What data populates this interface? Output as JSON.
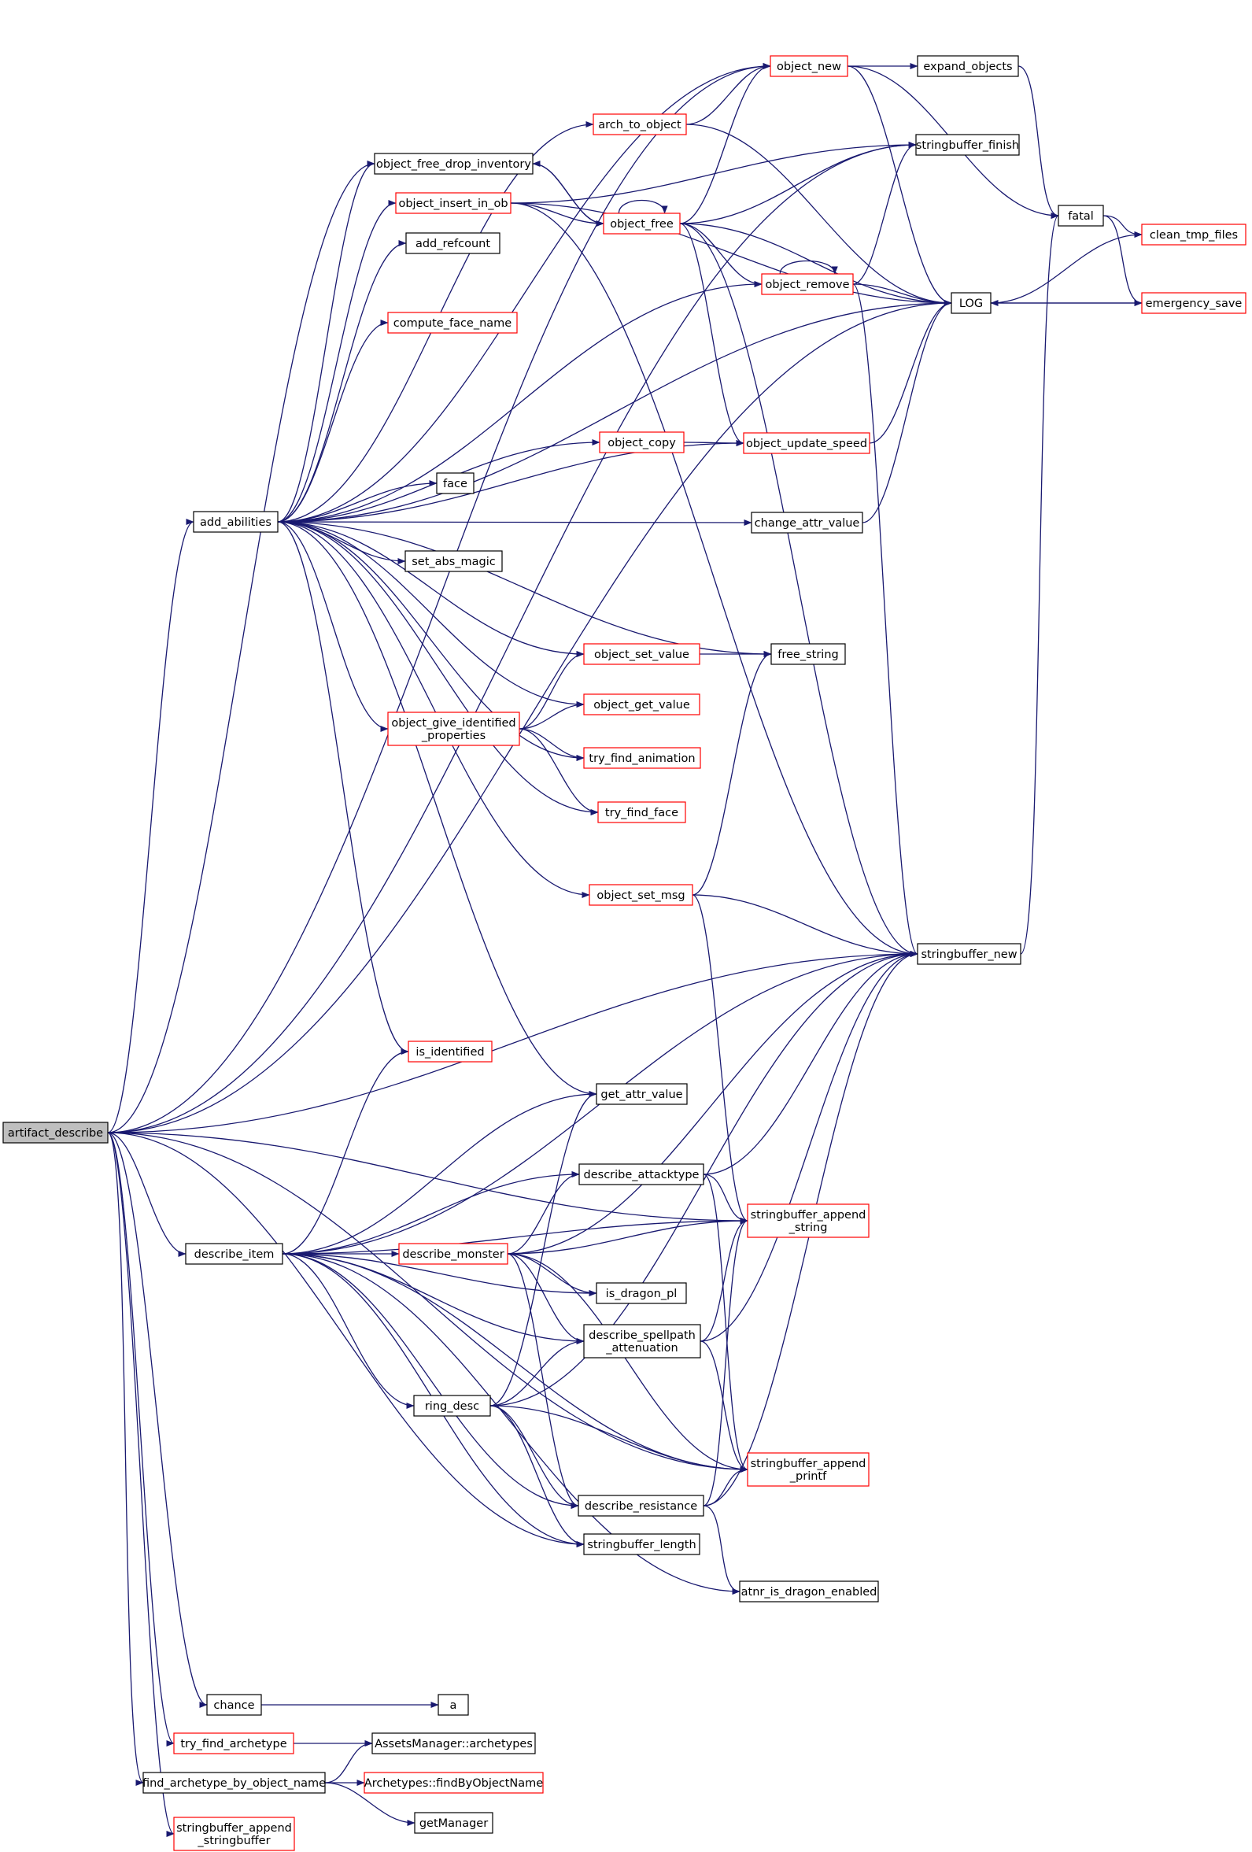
{
  "graph_title": "",
  "colors": {
    "edge": "#191970",
    "node_border_default": "#000000",
    "node_border_undocumented": "#ff0000",
    "root_fill": "#bfbfbf",
    "node_fill": "#ffffff"
  },
  "nodes": [
    {
      "id": "artifact_describe",
      "label": "artifact_describe",
      "style": "root"
    },
    {
      "id": "add_abilities",
      "label": "add_abilities",
      "style": "black"
    },
    {
      "id": "object_new",
      "label": "object_new",
      "style": "red"
    },
    {
      "id": "expand_objects",
      "label": "expand_objects",
      "style": "black"
    },
    {
      "id": "arch_to_object",
      "label": "arch_to_object",
      "style": "red"
    },
    {
      "id": "stringbuffer_finish",
      "label": "stringbuffer_finish",
      "style": "black"
    },
    {
      "id": "object_free_drop_inventory",
      "label": "object_free_drop_inventory",
      "style": "black"
    },
    {
      "id": "object_insert_in_ob",
      "label": "object_insert_in_ob",
      "style": "red"
    },
    {
      "id": "object_free",
      "label": "object_free",
      "style": "red"
    },
    {
      "id": "fatal",
      "label": "fatal",
      "style": "black"
    },
    {
      "id": "clean_tmp_files",
      "label": "clean_tmp_files",
      "style": "red"
    },
    {
      "id": "add_refcount",
      "label": "add_refcount",
      "style": "black"
    },
    {
      "id": "object_remove",
      "label": "object_remove",
      "style": "red"
    },
    {
      "id": "LOG",
      "label": "LOG",
      "style": "black"
    },
    {
      "id": "emergency_save",
      "label": "emergency_save",
      "style": "red"
    },
    {
      "id": "compute_face_name",
      "label": "compute_face_name",
      "style": "red"
    },
    {
      "id": "object_copy",
      "label": "object_copy",
      "style": "red"
    },
    {
      "id": "object_update_speed",
      "label": "object_update_speed",
      "style": "red"
    },
    {
      "id": "face",
      "label": "face",
      "style": "black"
    },
    {
      "id": "change_attr_value",
      "label": "change_attr_value",
      "style": "black"
    },
    {
      "id": "set_abs_magic",
      "label": "set_abs_magic",
      "style": "black"
    },
    {
      "id": "object_set_value",
      "label": "object_set_value",
      "style": "red"
    },
    {
      "id": "free_string",
      "label": "free_string",
      "style": "black"
    },
    {
      "id": "object_get_value",
      "label": "object_get_value",
      "style": "red"
    },
    {
      "id": "object_give_identified_properties",
      "label": "object_give_identified\n_properties",
      "style": "red"
    },
    {
      "id": "try_find_animation",
      "label": "try_find_animation",
      "style": "red"
    },
    {
      "id": "try_find_face",
      "label": "try_find_face",
      "style": "red"
    },
    {
      "id": "object_set_msg",
      "label": "object_set_msg",
      "style": "red"
    },
    {
      "id": "stringbuffer_new",
      "label": "stringbuffer_new",
      "style": "black"
    },
    {
      "id": "is_identified",
      "label": "is_identified",
      "style": "red"
    },
    {
      "id": "get_attr_value",
      "label": "get_attr_value",
      "style": "black"
    },
    {
      "id": "describe_attacktype",
      "label": "describe_attacktype",
      "style": "black"
    },
    {
      "id": "stringbuffer_append_string",
      "label": "stringbuffer_append\n_string",
      "style": "red"
    },
    {
      "id": "describe_item",
      "label": "describe_item",
      "style": "black"
    },
    {
      "id": "describe_monster",
      "label": "describe_monster",
      "style": "red"
    },
    {
      "id": "is_dragon_pl",
      "label": "is_dragon_pl",
      "style": "black"
    },
    {
      "id": "describe_spellpath_attenuation",
      "label": "describe_spellpath\n_attenuation",
      "style": "black"
    },
    {
      "id": "ring_desc",
      "label": "ring_desc",
      "style": "black"
    },
    {
      "id": "stringbuffer_append_printf",
      "label": "stringbuffer_append\n_printf",
      "style": "red"
    },
    {
      "id": "describe_resistance",
      "label": "describe_resistance",
      "style": "black"
    },
    {
      "id": "stringbuffer_length",
      "label": "stringbuffer_length",
      "style": "black"
    },
    {
      "id": "atnr_is_dragon_enabled",
      "label": "atnr_is_dragon_enabled",
      "style": "black"
    },
    {
      "id": "chance",
      "label": "chance",
      "style": "black"
    },
    {
      "id": "a",
      "label": "a",
      "style": "black"
    },
    {
      "id": "try_find_archetype",
      "label": "try_find_archetype",
      "style": "red"
    },
    {
      "id": "AssetsManager_archetypes",
      "label": "AssetsManager::archetypes",
      "style": "black"
    },
    {
      "id": "find_archetype_by_object_name",
      "label": "find_archetype_by_object_name",
      "style": "black"
    },
    {
      "id": "Archetypes_findByObjectName",
      "label": "Archetypes::findByObjectName",
      "style": "red"
    },
    {
      "id": "getManager",
      "label": "getManager",
      "style": "black"
    },
    {
      "id": "stringbuffer_append_stringbuffer",
      "label": "stringbuffer_append\n_stringbuffer",
      "style": "red"
    }
  ],
  "edges": [
    {
      "from": "artifact_describe",
      "to": "add_abilities"
    },
    {
      "from": "artifact_describe",
      "to": "object_new"
    },
    {
      "from": "artifact_describe",
      "to": "stringbuffer_finish"
    },
    {
      "from": "artifact_describe",
      "to": "object_free_drop_inventory"
    },
    {
      "from": "artifact_describe",
      "to": "LOG"
    },
    {
      "from": "artifact_describe",
      "to": "stringbuffer_new"
    },
    {
      "from": "artifact_describe",
      "to": "stringbuffer_append_string"
    },
    {
      "from": "artifact_describe",
      "to": "describe_item"
    },
    {
      "from": "artifact_describe",
      "to": "stringbuffer_length"
    },
    {
      "from": "artifact_describe",
      "to": "stringbuffer_append_printf"
    },
    {
      "from": "artifact_describe",
      "to": "chance"
    },
    {
      "from": "artifact_describe",
      "to": "try_find_archetype"
    },
    {
      "from": "artifact_describe",
      "to": "find_archetype_by_object_name"
    },
    {
      "from": "artifact_describe",
      "to": "stringbuffer_append_stringbuffer"
    },
    {
      "from": "add_abilities",
      "to": "object_new"
    },
    {
      "from": "add_abilities",
      "to": "arch_to_object"
    },
    {
      "from": "add_abilities",
      "to": "object_free_drop_inventory"
    },
    {
      "from": "add_abilities",
      "to": "object_insert_in_ob"
    },
    {
      "from": "add_abilities",
      "to": "add_refcount"
    },
    {
      "from": "add_abilities",
      "to": "object_remove"
    },
    {
      "from": "add_abilities",
      "to": "compute_face_name"
    },
    {
      "from": "add_abilities",
      "to": "LOG"
    },
    {
      "from": "add_abilities",
      "to": "object_copy"
    },
    {
      "from": "add_abilities",
      "to": "object_update_speed"
    },
    {
      "from": "add_abilities",
      "to": "face"
    },
    {
      "from": "add_abilities",
      "to": "change_attr_value"
    },
    {
      "from": "add_abilities",
      "to": "set_abs_magic"
    },
    {
      "from": "add_abilities",
      "to": "free_string"
    },
    {
      "from": "add_abilities",
      "to": "object_set_value"
    },
    {
      "from": "add_abilities",
      "to": "object_get_value"
    },
    {
      "from": "add_abilities",
      "to": "object_give_identified_properties"
    },
    {
      "from": "add_abilities",
      "to": "try_find_animation"
    },
    {
      "from": "add_abilities",
      "to": "try_find_face"
    },
    {
      "from": "add_abilities",
      "to": "object_set_msg"
    },
    {
      "from": "add_abilities",
      "to": "is_identified"
    },
    {
      "from": "add_abilities",
      "to": "get_attr_value"
    },
    {
      "from": "object_new",
      "to": "expand_objects"
    },
    {
      "from": "object_new",
      "to": "fatal"
    },
    {
      "from": "object_new",
      "to": "LOG"
    },
    {
      "from": "expand_objects",
      "to": "fatal"
    },
    {
      "from": "arch_to_object",
      "to": "object_new"
    },
    {
      "from": "arch_to_object",
      "to": "LOG"
    },
    {
      "from": "object_free_drop_inventory",
      "to": "object_free"
    },
    {
      "from": "object_insert_in_ob",
      "to": "object_free"
    },
    {
      "from": "object_insert_in_ob",
      "to": "LOG"
    },
    {
      "from": "object_insert_in_ob",
      "to": "stringbuffer_new"
    },
    {
      "from": "object_insert_in_ob",
      "to": "stringbuffer_finish"
    },
    {
      "from": "object_free",
      "to": "object_free"
    },
    {
      "from": "object_free",
      "to": "object_free_drop_inventory"
    },
    {
      "from": "object_free",
      "to": "object_new"
    },
    {
      "from": "object_free",
      "to": "stringbuffer_finish"
    },
    {
      "from": "object_free",
      "to": "object_remove"
    },
    {
      "from": "object_free",
      "to": "LOG"
    },
    {
      "from": "object_free",
      "to": "object_update_speed"
    },
    {
      "from": "object_free",
      "to": "stringbuffer_new"
    },
    {
      "from": "fatal",
      "to": "clean_tmp_files"
    },
    {
      "from": "fatal",
      "to": "emergency_save"
    },
    {
      "from": "object_remove",
      "to": "object_remove"
    },
    {
      "from": "object_remove",
      "to": "stringbuffer_finish"
    },
    {
      "from": "object_remove",
      "to": "LOG"
    },
    {
      "from": "object_remove",
      "to": "stringbuffer_new"
    },
    {
      "from": "LOG",
      "to": "clean_tmp_files"
    },
    {
      "from": "LOG",
      "to": "emergency_save"
    },
    {
      "from": "emergency_save",
      "to": "LOG"
    },
    {
      "from": "object_copy",
      "to": "object_update_speed"
    },
    {
      "from": "object_update_speed",
      "to": "LOG"
    },
    {
      "from": "change_attr_value",
      "to": "LOG"
    },
    {
      "from": "object_set_value",
      "to": "free_string"
    },
    {
      "from": "object_give_identified_properties",
      "to": "object_set_value"
    },
    {
      "from": "object_give_identified_properties",
      "to": "object_get_value"
    },
    {
      "from": "object_give_identified_properties",
      "to": "try_find_animation"
    },
    {
      "from": "object_give_identified_properties",
      "to": "try_find_face"
    },
    {
      "from": "object_set_msg",
      "to": "free_string"
    },
    {
      "from": "object_set_msg",
      "to": "stringbuffer_new"
    },
    {
      "from": "object_set_msg",
      "to": "stringbuffer_append_string"
    },
    {
      "from": "stringbuffer_new",
      "to": "fatal"
    },
    {
      "from": "describe_item",
      "to": "is_identified"
    },
    {
      "from": "describe_item",
      "to": "get_attr_value"
    },
    {
      "from": "describe_item",
      "to": "stringbuffer_new"
    },
    {
      "from": "describe_item",
      "to": "stringbuffer_append_string"
    },
    {
      "from": "describe_item",
      "to": "describe_attacktype"
    },
    {
      "from": "describe_item",
      "to": "describe_monster"
    },
    {
      "from": "describe_item",
      "to": "is_dragon_pl"
    },
    {
      "from": "describe_item",
      "to": "describe_spellpath_attenuation"
    },
    {
      "from": "describe_item",
      "to": "ring_desc"
    },
    {
      "from": "describe_item",
      "to": "describe_resistance"
    },
    {
      "from": "describe_item",
      "to": "stringbuffer_append_printf"
    },
    {
      "from": "describe_item",
      "to": "stringbuffer_length"
    },
    {
      "from": "describe_item",
      "to": "atnr_is_dragon_enabled"
    },
    {
      "from": "describe_monster",
      "to": "describe_attacktype"
    },
    {
      "from": "describe_monster",
      "to": "stringbuffer_append_string"
    },
    {
      "from": "describe_monster",
      "to": "is_dragon_pl"
    },
    {
      "from": "describe_monster",
      "to": "describe_spellpath_attenuation"
    },
    {
      "from": "describe_monster",
      "to": "describe_resistance"
    },
    {
      "from": "describe_monster",
      "to": "stringbuffer_append_printf"
    },
    {
      "from": "describe_monster",
      "to": "stringbuffer_new"
    },
    {
      "from": "describe_attacktype",
      "to": "stringbuffer_append_string"
    },
    {
      "from": "describe_attacktype",
      "to": "stringbuffer_new"
    },
    {
      "from": "describe_attacktype",
      "to": "stringbuffer_append_printf"
    },
    {
      "from": "describe_spellpath_attenuation",
      "to": "stringbuffer_append_string"
    },
    {
      "from": "describe_spellpath_attenuation",
      "to": "stringbuffer_new"
    },
    {
      "from": "describe_spellpath_attenuation",
      "to": "stringbuffer_append_printf"
    },
    {
      "from": "ring_desc",
      "to": "get_attr_value"
    },
    {
      "from": "ring_desc",
      "to": "describe_spellpath_attenuation"
    },
    {
      "from": "ring_desc",
      "to": "stringbuffer_new"
    },
    {
      "from": "ring_desc",
      "to": "stringbuffer_append_printf"
    },
    {
      "from": "ring_desc",
      "to": "describe_resistance"
    },
    {
      "from": "ring_desc",
      "to": "stringbuffer_length"
    },
    {
      "from": "describe_resistance",
      "to": "stringbuffer_append_string"
    },
    {
      "from": "describe_resistance",
      "to": "stringbuffer_append_printf"
    },
    {
      "from": "describe_resistance",
      "to": "stringbuffer_new"
    },
    {
      "from": "describe_resistance",
      "to": "atnr_is_dragon_enabled"
    },
    {
      "from": "chance",
      "to": "a"
    },
    {
      "from": "try_find_archetype",
      "to": "AssetsManager_archetypes"
    },
    {
      "from": "find_archetype_by_object_name",
      "to": "AssetsManager_archetypes"
    },
    {
      "from": "find_archetype_by_object_name",
      "to": "Archetypes_findByObjectName"
    },
    {
      "from": "find_archetype_by_object_name",
      "to": "getManager"
    }
  ]
}
